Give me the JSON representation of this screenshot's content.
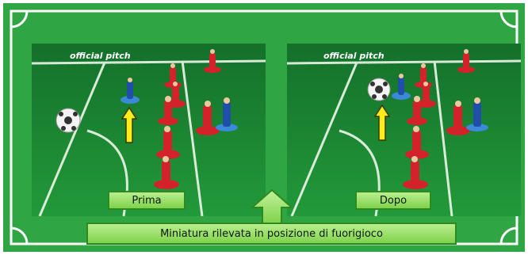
{
  "labels": {
    "before": "Prima",
    "after": "Dopo"
  },
  "caption": "Miniatura rilevata in posizione di fuorigioco",
  "photo_text": {
    "pitch_brand": "official pitch"
  },
  "colors": {
    "frame_green": "#2fa544",
    "frame_line": "#ffffff",
    "pitch_green": "#1c8a2e",
    "label_fill": "#9fe26e",
    "label_border": "#2c8a1e",
    "indicator_arrow": "#ffec1a"
  },
  "icons": {
    "indicator": "yellow-up-arrow-icon",
    "pointer": "green-up-arrow-icon"
  }
}
